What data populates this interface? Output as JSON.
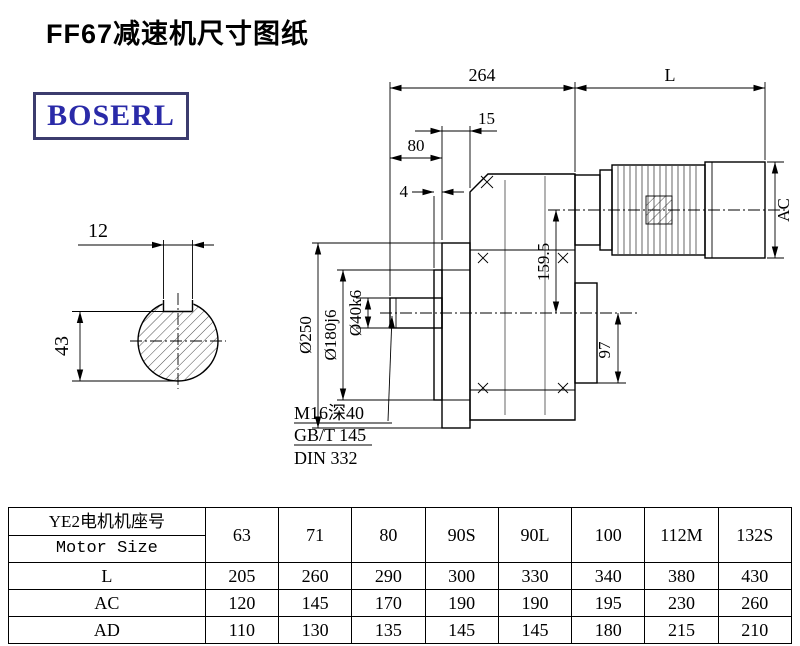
{
  "title": "FF67减速机尺寸图纸",
  "brand": "BOSERL",
  "drawing": {
    "dim_264": "264",
    "dim_L": "L",
    "dim_15": "15",
    "dim_80": "80",
    "dim_4": "4",
    "dim_12": "12",
    "dim_43": "43",
    "dim_d250": "Ø250",
    "dim_d180": "Ø180j6",
    "dim_d40": "Ø40k6",
    "dim_159_5": "159.5",
    "dim_97": "97",
    "dim_AC": "AC",
    "note1": "M16深40",
    "note2": "GB/T 145",
    "note3": "DIN 332"
  },
  "table": {
    "header_cn": "YE2电机机座号",
    "header_en": "Motor Size",
    "sizes": [
      "63",
      "71",
      "80",
      "90S",
      "90L",
      "100",
      "112M",
      "132S"
    ],
    "rows": [
      {
        "label": "L",
        "values": [
          "205",
          "260",
          "290",
          "300",
          "330",
          "340",
          "380",
          "430"
        ]
      },
      {
        "label": "AC",
        "values": [
          "120",
          "145",
          "170",
          "190",
          "190",
          "195",
          "230",
          "260"
        ]
      },
      {
        "label": "AD",
        "values": [
          "110",
          "130",
          "135",
          "145",
          "145",
          "180",
          "215",
          "210"
        ]
      }
    ]
  }
}
